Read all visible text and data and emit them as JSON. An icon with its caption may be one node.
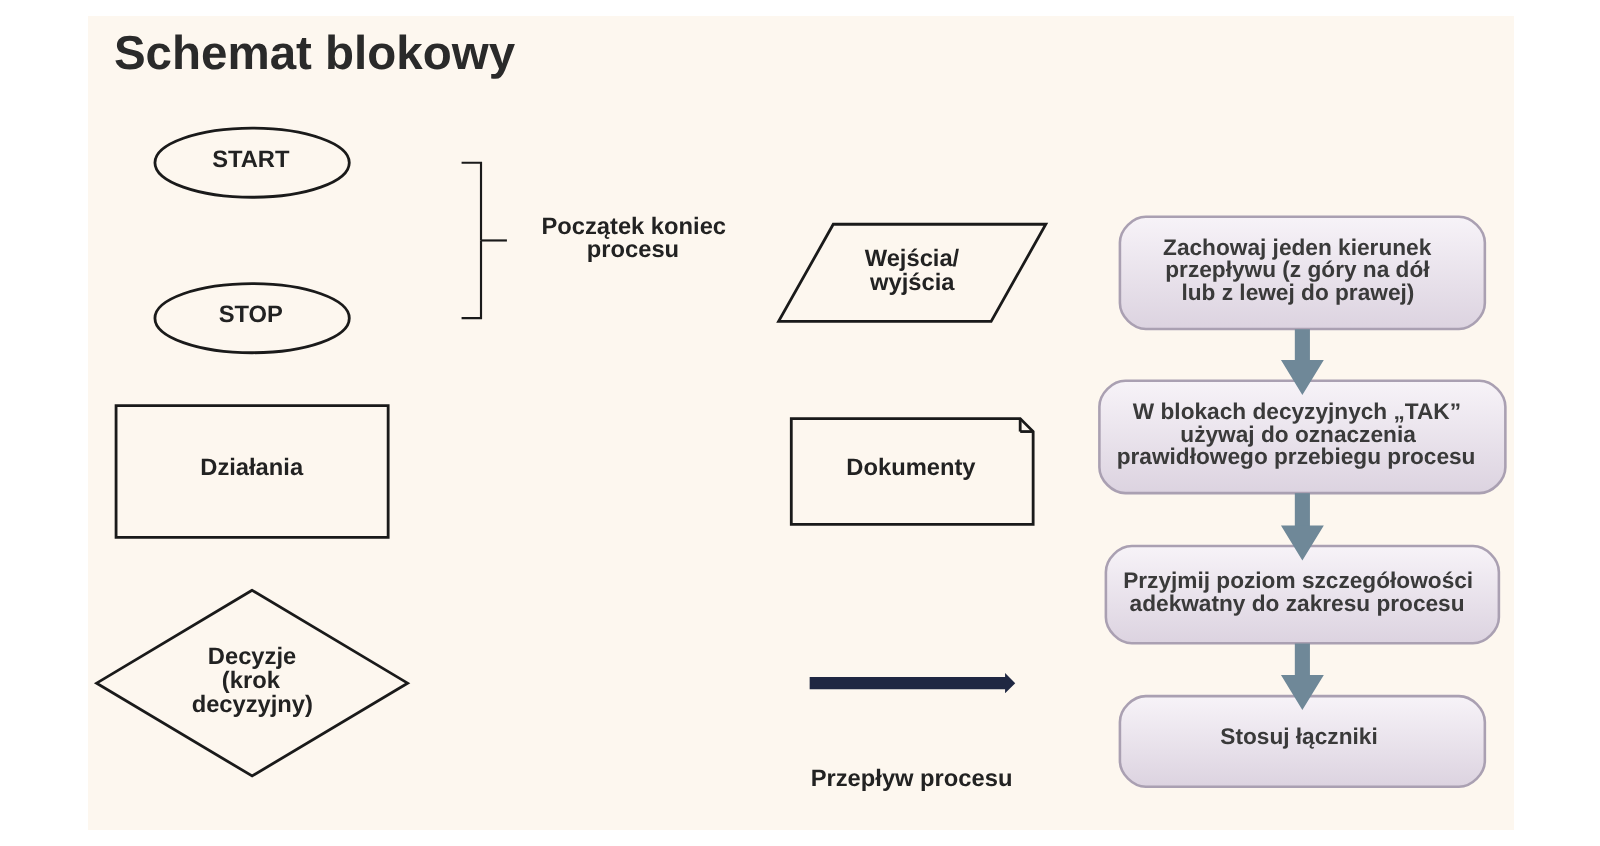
{
  "diagram": {
    "title": "Schemat blokowy",
    "nodes": [
      {
        "text": [
          "START"
        ]
      },
      {
        "text": [
          "STOP"
        ]
      },
      {
        "text": [
          "Działania"
        ]
      },
      {
        "text": [
          "Decyzje (krok decyzyjny)"
        ]
      },
      {
        "text": [
          "Wejścia/ wyjścia"
        ]
      },
      {
        "text": [
          "Dokumenty"
        ]
      },
      {
        "text": [
          "Zachowaj jeden kierunek przepływu (z góry na dół lub z lewej do prawej)"
        ]
      },
      {
        "text": [
          "W blokach decyzyjnych „TAK” używaj do oznaczenia prawidłowego przebiegu procesu"
        ]
      },
      {
        "text": [
          "Przyjmij poziom szczegółowości adekwatny do zakresu procesu"
        ]
      },
      {
        "text": [
          "Stosuj łączniki"
        ]
      }
    ],
    "edges": [
      {
        "from": 6,
        "to": 7,
        "arrow": "to"
      },
      {
        "from": 7,
        "to": 8,
        "arrow": "to"
      },
      {
        "from": 8,
        "to": 9,
        "arrow": "to"
      }
    ],
    "labels": [
      "Początek koniec procesu"
    ],
    "legend": [
      {
        "text": "Przepływ procesu"
      }
    ]
  }
}
